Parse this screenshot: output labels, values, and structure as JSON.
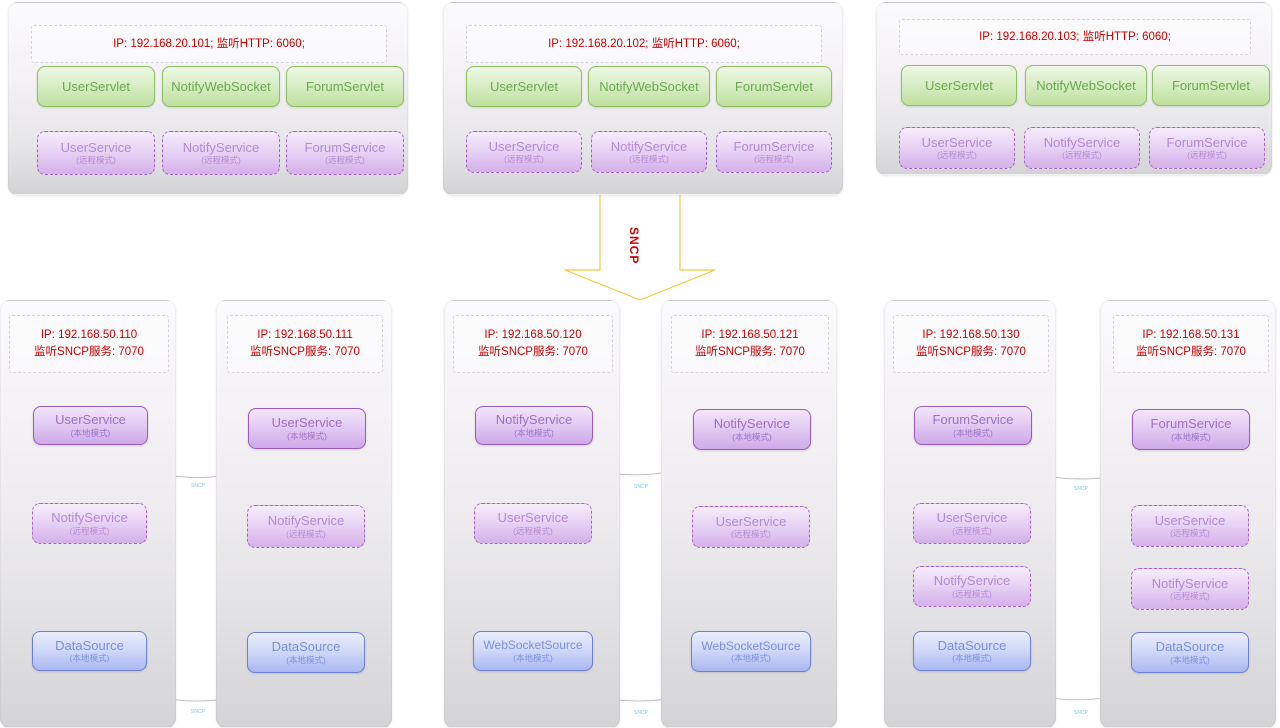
{
  "diagram": {
    "protocol_label": "SNCP",
    "arc_label": "SNCP",
    "colors": {
      "ip_text": "#cc0000",
      "servlet": "#6aa84f",
      "service_local": "#9b6fc4",
      "service_remote": "#b489d4",
      "datasource": "#7b8ede",
      "arrow": "#f5c842",
      "arc_label": "#7ec8f0"
    },
    "mode_local": "(本地模式)",
    "mode_remote": "(远程模式)"
  },
  "app_tier": [
    {
      "header": "IP: 192.168.20.101;  监听HTTP: 6060;",
      "servlets": [
        {
          "name": "UserServlet"
        },
        {
          "name": "NotifyWebSocket"
        },
        {
          "name": "ForumServlet"
        }
      ],
      "services": [
        {
          "name": "UserService",
          "mode": "(远程模式)"
        },
        {
          "name": "NotifyService",
          "mode": "(远程模式)"
        },
        {
          "name": "ForumService",
          "mode": "(远程模式)"
        }
      ]
    },
    {
      "header": "IP: 192.168.20.102;  监听HTTP: 6060;",
      "servlets": [
        {
          "name": "UserServlet"
        },
        {
          "name": "NotifyWebSocket"
        },
        {
          "name": "ForumServlet"
        }
      ],
      "services": [
        {
          "name": "UserService",
          "mode": "(远程模式)"
        },
        {
          "name": "NotifyService",
          "mode": "(远程模式)"
        },
        {
          "name": "ForumService",
          "mode": "(远程模式)"
        }
      ]
    },
    {
      "header": "IP: 192.168.20.103;  监听HTTP: 6060;",
      "servlets": [
        {
          "name": "UserServlet"
        },
        {
          "name": "NotifyWebSocket"
        },
        {
          "name": "ForumServlet"
        }
      ],
      "services": [
        {
          "name": "UserService",
          "mode": "(远程模式)"
        },
        {
          "name": "NotifyService",
          "mode": "(远程模式)"
        },
        {
          "name": "ForumService",
          "mode": "(远程模式)"
        }
      ]
    }
  ],
  "service_tier": [
    {
      "header": "IP: 192.168.50.110\n监听SNCP服务: 7070",
      "nodes": [
        {
          "name": "UserService",
          "mode": "(本地模式)",
          "kind": "local"
        },
        {
          "name": "NotifyService",
          "mode": "(远程模式)",
          "kind": "remote"
        },
        {
          "name": "DataSource",
          "mode": "(本地模式)",
          "kind": "data"
        }
      ]
    },
    {
      "header": "IP: 192.168.50.111\n监听SNCP服务: 7070",
      "nodes": [
        {
          "name": "UserService",
          "mode": "(本地模式)",
          "kind": "local"
        },
        {
          "name": "NotifyService",
          "mode": "(远程模式)",
          "kind": "remote"
        },
        {
          "name": "DataSource",
          "mode": "(本地模式)",
          "kind": "data"
        }
      ]
    },
    {
      "header": "IP: 192.168.50.120\n监听SNCP服务: 7070",
      "nodes": [
        {
          "name": "NotifyService",
          "mode": "(本地模式)",
          "kind": "local"
        },
        {
          "name": "UserService",
          "mode": "(远程模式)",
          "kind": "remote"
        },
        {
          "name": "WebSocketSource",
          "mode": "(本地模式)",
          "kind": "data"
        }
      ]
    },
    {
      "header": "IP: 192.168.50.121\n监听SNCP服务: 7070",
      "nodes": [
        {
          "name": "NotifyService",
          "mode": "(本地模式)",
          "kind": "local"
        },
        {
          "name": "UserService",
          "mode": "(远程模式)",
          "kind": "remote"
        },
        {
          "name": "WebSocketSource",
          "mode": "(本地模式)",
          "kind": "data"
        }
      ]
    },
    {
      "header": "IP: 192.168.50.130\n监听SNCP服务: 7070",
      "nodes": [
        {
          "name": "ForumService",
          "mode": "(本地模式)",
          "kind": "local"
        },
        {
          "name": "UserService",
          "mode": "(远程模式)",
          "kind": "remote"
        },
        {
          "name": "NotifyService",
          "mode": "(远程模式)",
          "kind": "remote"
        },
        {
          "name": "DataSource",
          "mode": "(本地模式)",
          "kind": "data"
        }
      ]
    },
    {
      "header": "IP: 192.168.50.131\n监听SNCP服务: 7070",
      "nodes": [
        {
          "name": "ForumService",
          "mode": "(本地模式)",
          "kind": "local"
        },
        {
          "name": "UserService",
          "mode": "(远程模式)",
          "kind": "remote"
        },
        {
          "name": "NotifyService",
          "mode": "(远程模式)",
          "kind": "remote"
        },
        {
          "name": "DataSource",
          "mode": "(本地模式)",
          "kind": "data"
        }
      ]
    }
  ]
}
